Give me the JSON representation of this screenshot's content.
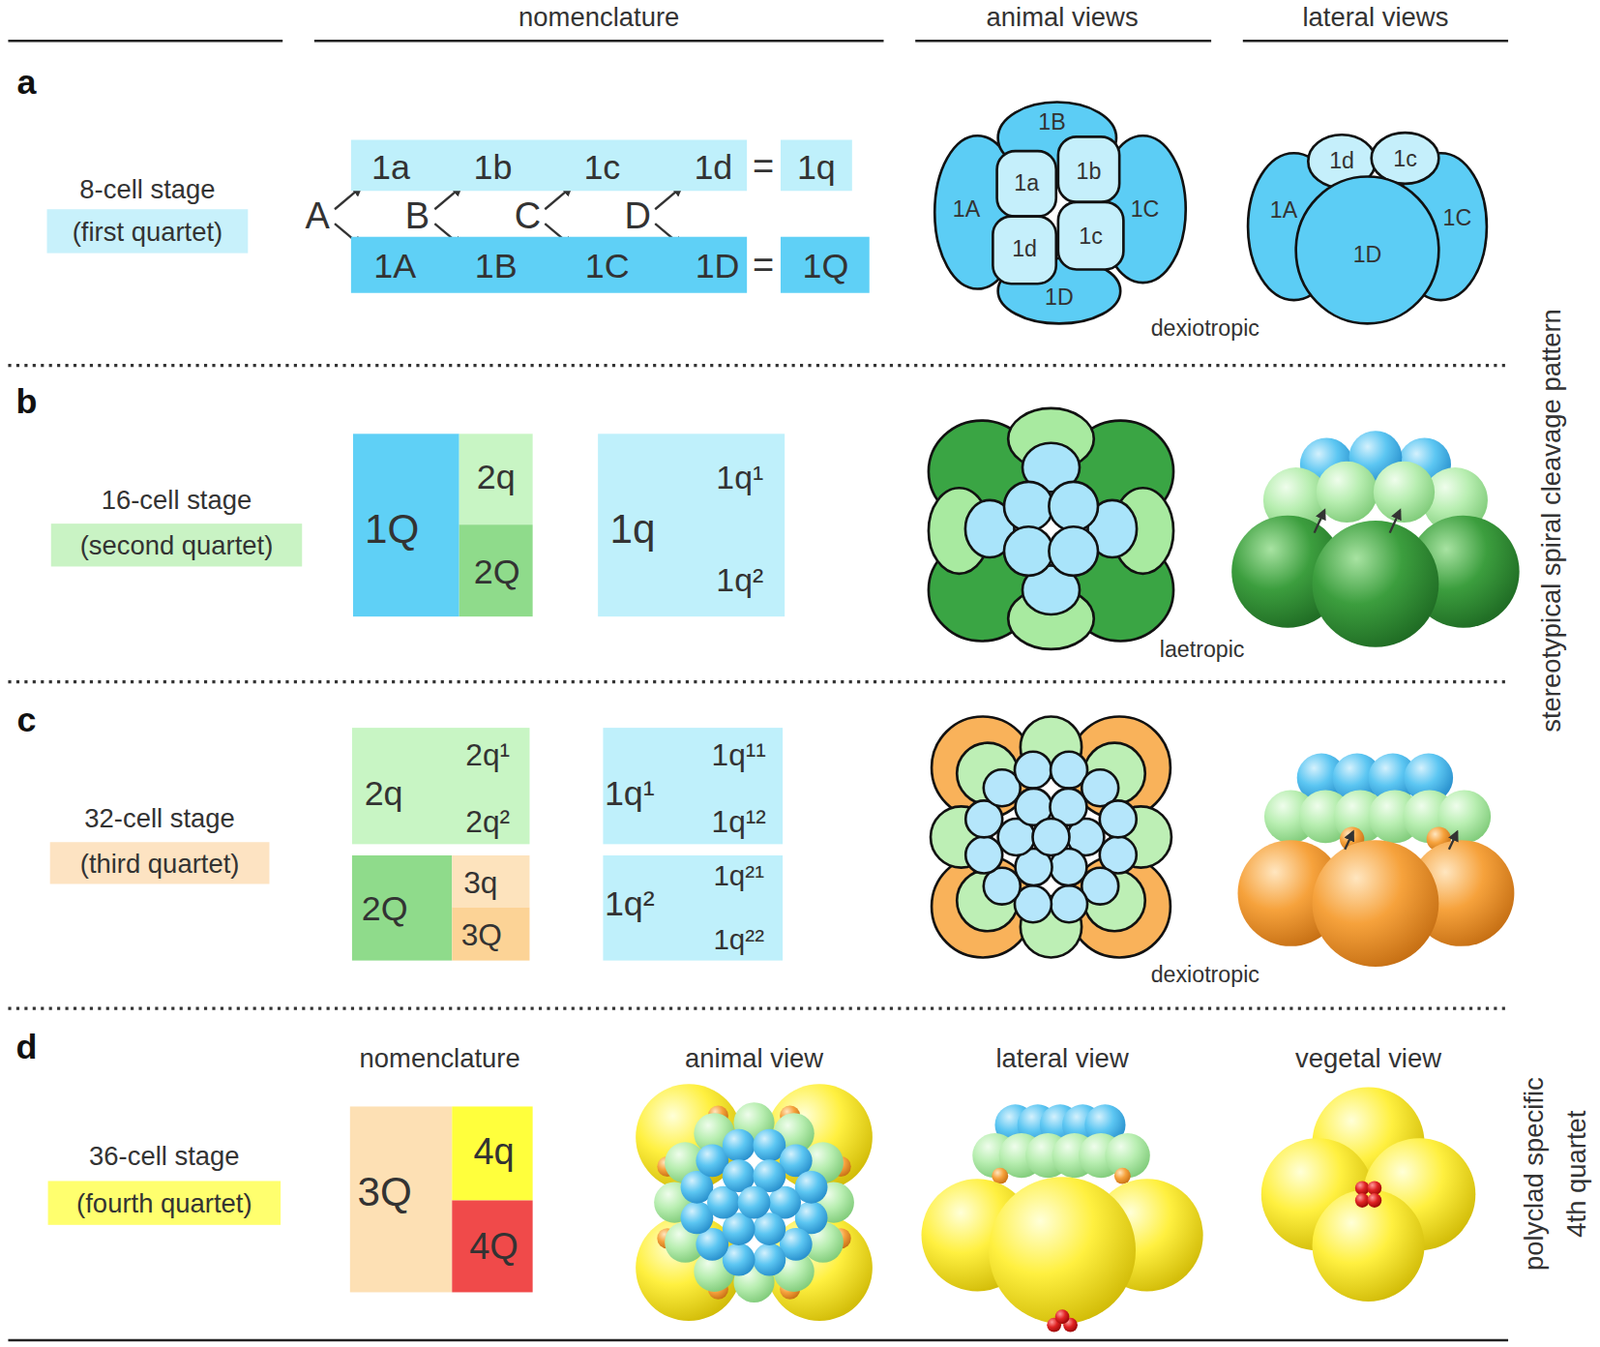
{
  "diagram": {
    "nodes": [
      {
        "text": [
          "8-cell stage",
          "(first quartet)"
        ]
      },
      {
        "text": [
          "1a",
          "1b",
          "1c",
          "1d"
        ]
      },
      {
        "text": [
          "1q"
        ]
      },
      {
        "text": [
          "1A",
          "1B",
          "1C",
          "1D"
        ]
      },
      {
        "text": [
          "1Q"
        ]
      },
      {
        "text": [
          "16-cell stage",
          "(second quartet)"
        ]
      },
      {
        "text": [
          "1Q"
        ]
      },
      {
        "text": [
          "2q"
        ]
      },
      {
        "text": [
          "2Q"
        ]
      },
      {
        "text": [
          "1q",
          "1q¹",
          "1q²"
        ]
      },
      {
        "text": [
          "32-cell stage",
          "(third quartet)"
        ]
      },
      {
        "text": [
          "2q",
          "2q¹",
          "2q²"
        ]
      },
      {
        "text": [
          "2Q"
        ]
      },
      {
        "text": [
          "3q"
        ]
      },
      {
        "text": [
          "3Q"
        ]
      },
      {
        "text": [
          "1q¹",
          "1q¹¹",
          "1q¹²"
        ]
      },
      {
        "text": [
          "1q²",
          "1q²¹",
          "1q²²"
        ]
      },
      {
        "text": [
          "36-cell stage",
          "(fourth quartet)"
        ]
      },
      {
        "text": [
          "3Q"
        ]
      },
      {
        "text": [
          "4q"
        ]
      },
      {
        "text": [
          "4Q"
        ]
      }
    ],
    "labels": [
      "nomenclature",
      "animal views",
      "lateral views",
      "a",
      "A",
      "B",
      "C",
      "D",
      "=",
      "=",
      "1B",
      "1a",
      "1b",
      "1A",
      "1C",
      "1d",
      "1c",
      "1D",
      "1d",
      "1c",
      "1A",
      "1C",
      "1D",
      "dexiotropic",
      "stereotypical spiral cleavage pattern",
      "b",
      "laetropic",
      "c",
      "dexiotropic",
      "d",
      "nomenclature",
      "animal view",
      "lateral view",
      "vegetal view",
      "polyclad specific",
      "4th quartet"
    ]
  }
}
